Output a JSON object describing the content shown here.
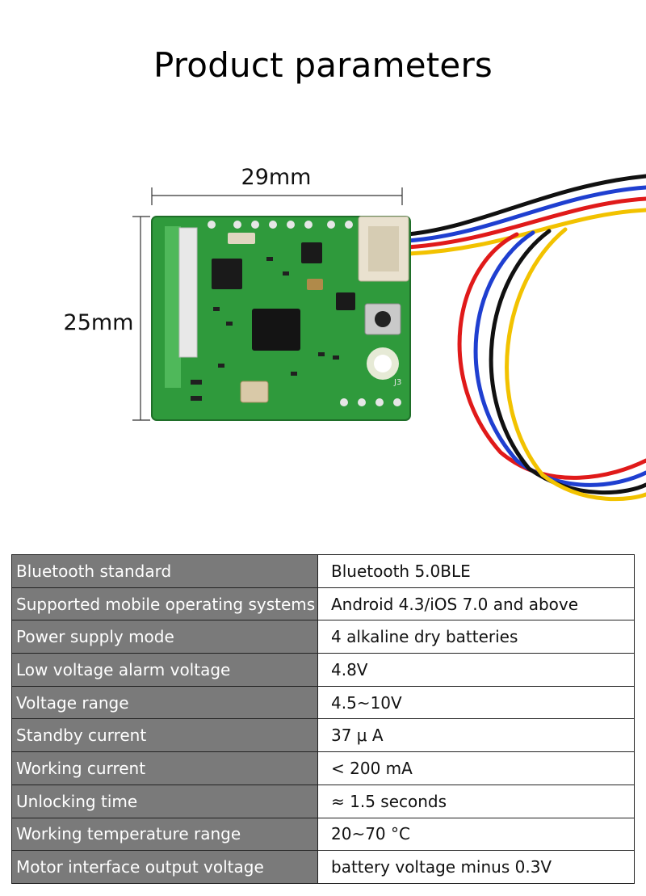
{
  "page": {
    "title": "Product parameters"
  },
  "dimensions": {
    "width_label": "29mm",
    "height_label": "25mm"
  },
  "board": {
    "j3_label": "J3",
    "pcb_color": "#2f9a3c",
    "wire_colors": [
      "#e01a1a",
      "#1f3fd0",
      "#f2c200",
      "#111111"
    ]
  },
  "specs": {
    "rows": [
      {
        "label": "Bluetooth standard",
        "value": "Bluetooth 5.0BLE"
      },
      {
        "label": "Supported mobile operating systems",
        "value": "Android 4.3/iOS 7.0 and above"
      },
      {
        "label": "Power supply mode",
        "value": "4 alkaline dry batteries"
      },
      {
        "label": "Low voltage alarm voltage",
        "value": "4.8V"
      },
      {
        "label": "Voltage range",
        "value": "4.5~10V"
      },
      {
        "label": "Standby current",
        "value": "37 μ A"
      },
      {
        "label": "Working current",
        "value": "< 200 mA"
      },
      {
        "label": "Unlocking time",
        "value": "≈ 1.5 seconds"
      },
      {
        "label": "Working temperature range",
        "value": "20~70 °C"
      },
      {
        "label": "Motor interface output voltage",
        "value": "battery voltage minus 0.3V"
      }
    ],
    "label_bg": "#7a7a7a"
  }
}
